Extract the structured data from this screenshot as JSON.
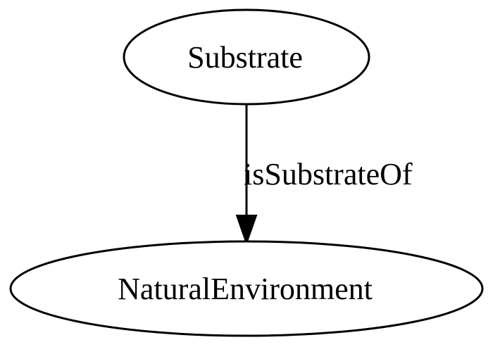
{
  "diagram": {
    "nodes": {
      "source": {
        "label": "Substrate"
      },
      "target": {
        "label": "NaturalEnvironment"
      }
    },
    "edge": {
      "label": "isSubstrateOf"
    }
  }
}
